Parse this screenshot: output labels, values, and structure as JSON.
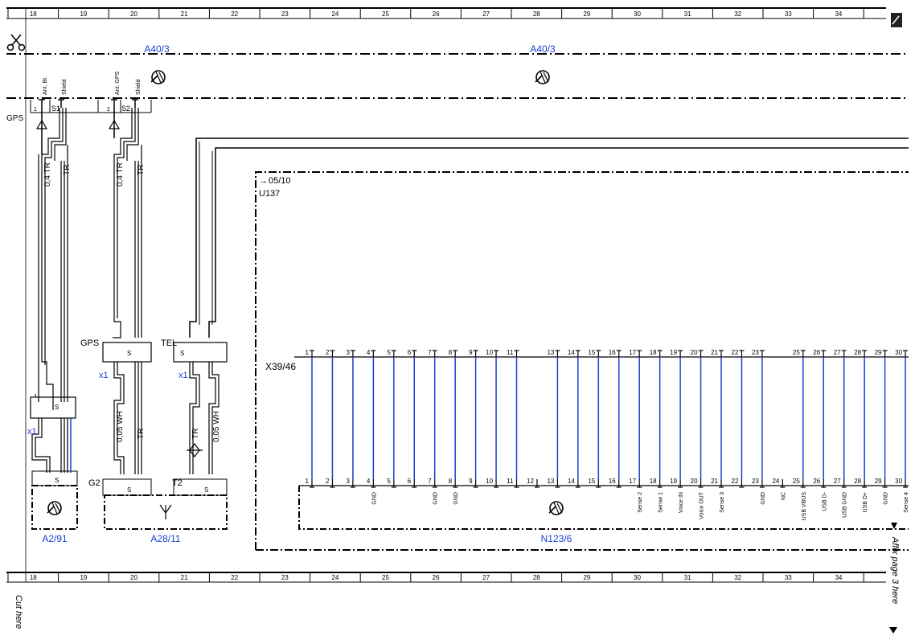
{
  "ruler": {
    "columns": [
      "18",
      "19",
      "20",
      "21",
      "22",
      "23",
      "24",
      "25",
      "26",
      "27",
      "28",
      "29",
      "30",
      "31",
      "32",
      "33",
      "34"
    ]
  },
  "components": {
    "a40_3_left": "A40/3",
    "a40_3_right": "A40/3",
    "a2_91": "A2/91",
    "a28_11": "A28/11",
    "n123_6": "N123/6",
    "u137": "U137",
    "ref_05_10": "05/10",
    "x39_46": "X39/46"
  },
  "labels": {
    "gps_side": "GPS",
    "gps_conn": "GPS",
    "tel_conn": "TEL",
    "g2": "G2",
    "t2": "T2",
    "x1_a": "x1",
    "x1_b": "x1",
    "x1_c": "x1",
    "pin1": "1",
    "pin2": "2",
    "s1": "S1",
    "s2": "S2",
    "ant_bt": "Ant. Bt.",
    "shield1": "Shield",
    "ant_gps": "Ant. GPS",
    "shield2": "Shield",
    "wire_04tr_1": "0,4 TR",
    "wire_tr_1": "TR",
    "wire_04tr_2": "0,4 TR",
    "wire_tr_2": "TR",
    "wire_005wh_1": "0,05 WH",
    "wire_tr_3": "TR",
    "wire_tr_4": "TR",
    "wire_005wh_2": "0,05 WH",
    "s_small": "S"
  },
  "x39_pins": [
    "1",
    "2",
    "3",
    "4",
    "5",
    "6",
    "7",
    "8",
    "9",
    "10",
    "11",
    "13",
    "14",
    "15",
    "16",
    "17",
    "18",
    "19",
    "20",
    "21",
    "22",
    "23",
    "25",
    "26",
    "27",
    "28",
    "29",
    "30"
  ],
  "n123_pins": [
    "1",
    "2",
    "3",
    "4",
    "5",
    "6",
    "7",
    "8",
    "9",
    "10",
    "11",
    "12",
    "13",
    "14",
    "15",
    "16",
    "17",
    "18",
    "19",
    "20",
    "21",
    "22",
    "23",
    "24",
    "25",
    "26",
    "27",
    "28",
    "29",
    "30"
  ],
  "n123_signals": [
    {
      "pin": "4",
      "name": "GND"
    },
    {
      "pin": "7",
      "name": "GND"
    },
    {
      "pin": "8",
      "name": "GND"
    },
    {
      "pin": "17",
      "name": "Sense 2"
    },
    {
      "pin": "18",
      "name": "Sense 1"
    },
    {
      "pin": "19",
      "name": "Voice IN"
    },
    {
      "pin": "20",
      "name": "Voice OUT"
    },
    {
      "pin": "21",
      "name": "Sense 3"
    },
    {
      "pin": "23",
      "name": "GND"
    },
    {
      "pin": "24",
      "name": "NC"
    },
    {
      "pin": "25",
      "name": "USB VBUS"
    },
    {
      "pin": "26",
      "name": "USB D-"
    },
    {
      "pin": "27",
      "name": "USB GND"
    },
    {
      "pin": "28",
      "name": "USB D+"
    },
    {
      "pin": "29",
      "name": "GND"
    },
    {
      "pin": "30",
      "name": "Sense 4"
    }
  ],
  "margin_text": {
    "cut_here": "Cut here",
    "affix_page": "Affix page 3 here"
  },
  "colors": {
    "wire_blue": "#1a3fd6",
    "label_blue": "#1a3fd6",
    "line": "#000000"
  },
  "icons": [
    "scissors-icon",
    "ground-symbol-icon",
    "antenna-icon",
    "page-corner-icon",
    "arrow-down-icon"
  ]
}
